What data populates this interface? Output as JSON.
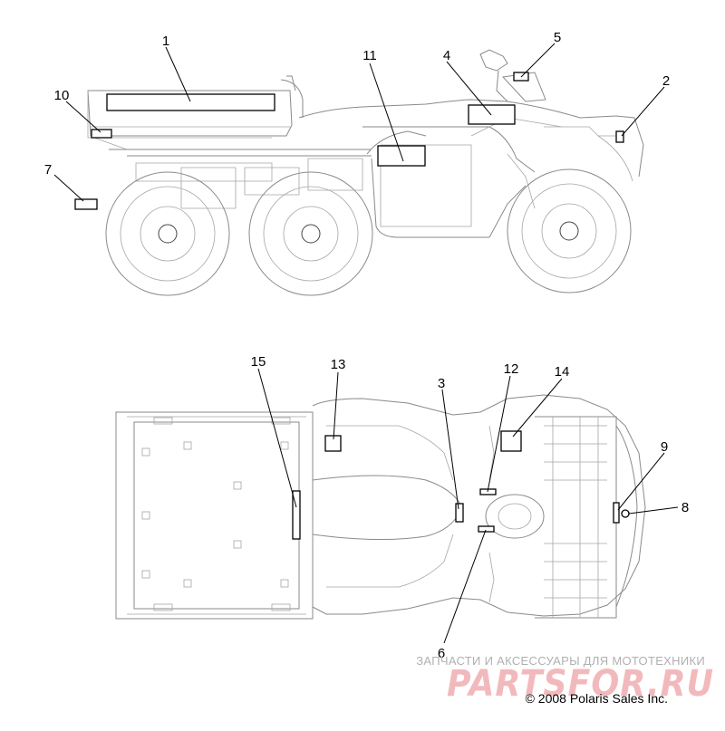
{
  "callouts": [
    "1",
    "2",
    "3",
    "4",
    "5",
    "6",
    "7",
    "8",
    "9",
    "10",
    "11",
    "12",
    "13",
    "14",
    "15"
  ],
  "watermark": {
    "tagline": "ЗАПЧАСТИ И АКСЕССУАРЫ ДЛЯ МОТОТЕХНИКИ",
    "brand": "PARTSFOR.RU"
  },
  "copyright": "© 2008 Polaris Sales Inc.",
  "colors": {
    "line": "#8a8a8a",
    "decal": "#000000",
    "watermark": "#f2b9bd"
  }
}
